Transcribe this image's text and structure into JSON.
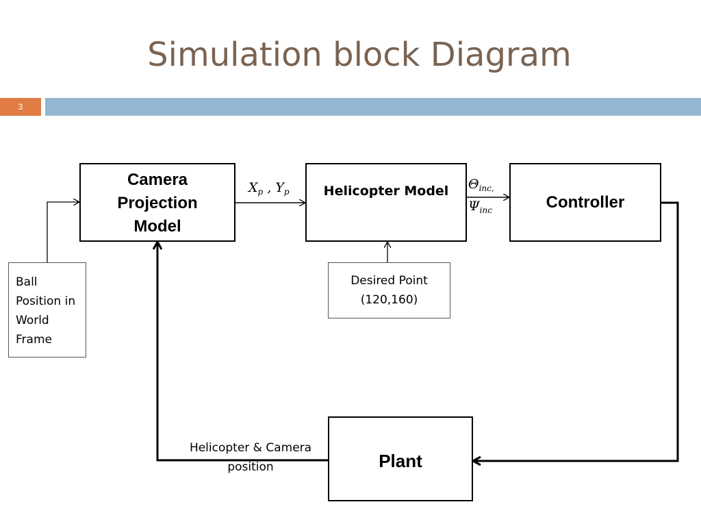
{
  "slide": {
    "title": "Simulation block Diagram",
    "number": "3",
    "accent_color": "#e07b45",
    "bar_color": "#94b6d2",
    "title_color": "#7a6352"
  },
  "diagram": {
    "camera_block": {
      "line1": "Camera",
      "line2": "Projection",
      "line3": "Model"
    },
    "helicopter_block": "Helicopter Model",
    "controller_block": "Controller",
    "plant_block": "Plant",
    "ball_input": {
      "line1": "Ball",
      "line2": "Position in",
      "line3": "World",
      "line4": "Frame"
    },
    "desired_point": {
      "line1": "Desired Point",
      "line2": "(120,160)"
    },
    "camera_output": {
      "x": "X",
      "x_sub": "p",
      "sep": ",",
      "y": "Y",
      "y_sub": "p"
    },
    "heli_output": {
      "theta": "Θ",
      "theta_sub": "inc,",
      "psi": "Ψ",
      "psi_sub": "inc"
    },
    "feedback_label": {
      "line1": "Helicopter & Camera",
      "line2": "position"
    }
  }
}
